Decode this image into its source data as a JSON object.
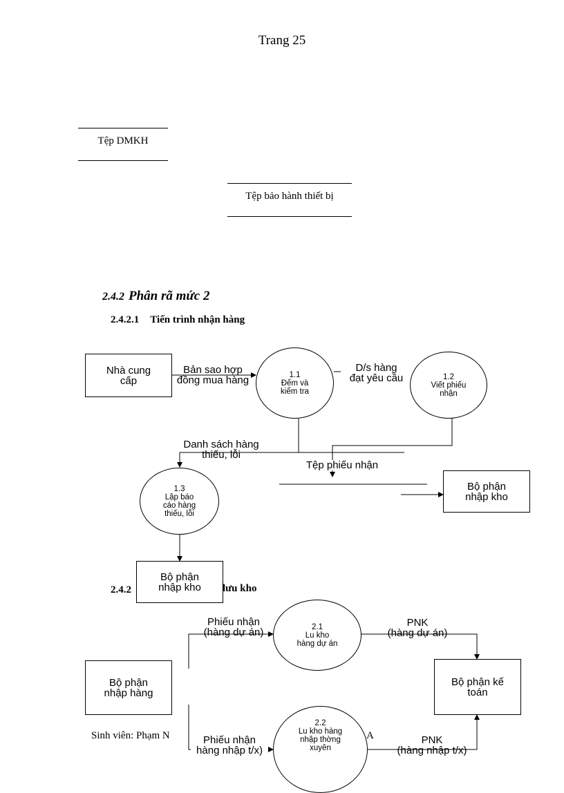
{
  "page": {
    "header": "Trang 25"
  },
  "files": {
    "dmkh": "Tệp DMKH",
    "bao_hanh": "Tệp bảo hành thiết bị"
  },
  "section": {
    "num": "2.4.2",
    "title": "Phân rã mức 2",
    "sub1_num": "2.4.2.1",
    "sub1_title": "Tiến trình nhận hàng",
    "sub2_num": "2.4.2",
    "sub2_title": "lưu kho"
  },
  "diagram1": {
    "supplier": "Nhà cung\ncấp",
    "flow_contract": "Bản sao hợp\nđồng mua hàng",
    "p11_id": "1.1",
    "p11_name": "Đếm và\nkiểm tra",
    "flow_ok": "D/s hàng\nđạt yêu cầu",
    "p12_id": "1.2",
    "p12_name": "Viết phiếu\nnhận",
    "flow_missing": "Danh sách hàng\nthiếu, lỗi",
    "store_receipt": "Tệp phiếu nhận",
    "dept_warehouse": "Bộ phận\nnhập kho",
    "p13_id": "1.3",
    "p13_name": "Lập báo\ncáo hàng\nthiếu, lỗi",
    "dept_warehouse_2": "Bộ phận\nnhập kho"
  },
  "diagram2": {
    "dept_import": "Bộ phận\nnhập hàng",
    "flow_receipt_project": "Phiếu nhận\n(hàng dự án)",
    "p21_id": "2.1",
    "p21_name": "Lu  kho\nhàng dự án",
    "flow_pnk_project": "PNK\n(hàng dự án)",
    "dept_accounting": "Bộ phận kế\ntoán",
    "flow_receipt_regular": "Phiếu nhận\nhàng nhập t/x)",
    "p22_id": "2.2",
    "p22_name": "Lu  kho hàng\nnhập thờng\nxuyên",
    "flow_pnk_regular": "PNK\n(hàng nhập t/x)"
  },
  "footer": {
    "left": "Sinh viên: Phạm N",
    "right": "A"
  }
}
